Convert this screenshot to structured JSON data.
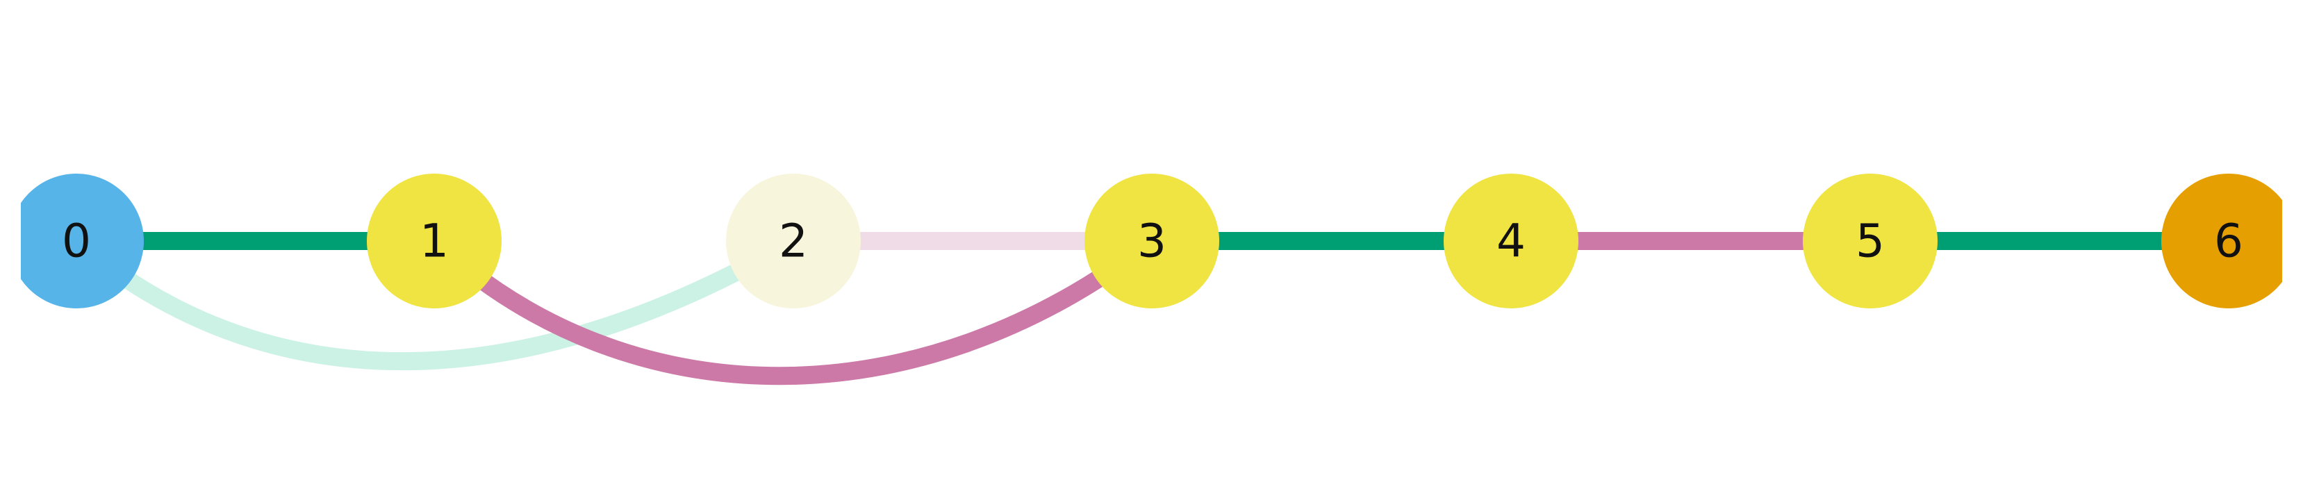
{
  "nodes": [
    {
      "id": "n0",
      "label": "0",
      "color": "#56B4E9"
    },
    {
      "id": "n1",
      "label": "1",
      "color": "#F0E442"
    },
    {
      "id": "n2",
      "label": "2",
      "color": "#F7F5DC"
    },
    {
      "id": "n3",
      "label": "3",
      "color": "#F0E442"
    },
    {
      "id": "n4",
      "label": "4",
      "color": "#F0E442"
    },
    {
      "id": "n5",
      "label": "5",
      "color": "#F0E442"
    },
    {
      "id": "n6",
      "label": "6",
      "color": "#E69F00"
    }
  ],
  "edges": [
    {
      "from": "0",
      "to": "1",
      "color": "#009E73"
    },
    {
      "from": "2",
      "to": "3",
      "color": "#F0DCE6"
    },
    {
      "from": "3",
      "to": "4",
      "color": "#009E73"
    },
    {
      "from": "4",
      "to": "5",
      "color": "#CC79A7"
    },
    {
      "from": "5",
      "to": "6",
      "color": "#009E73"
    },
    {
      "from": "0",
      "to": "2",
      "color": "#CCF2E6"
    },
    {
      "from": "1",
      "to": "3",
      "color": "#CC79A7"
    }
  ]
}
